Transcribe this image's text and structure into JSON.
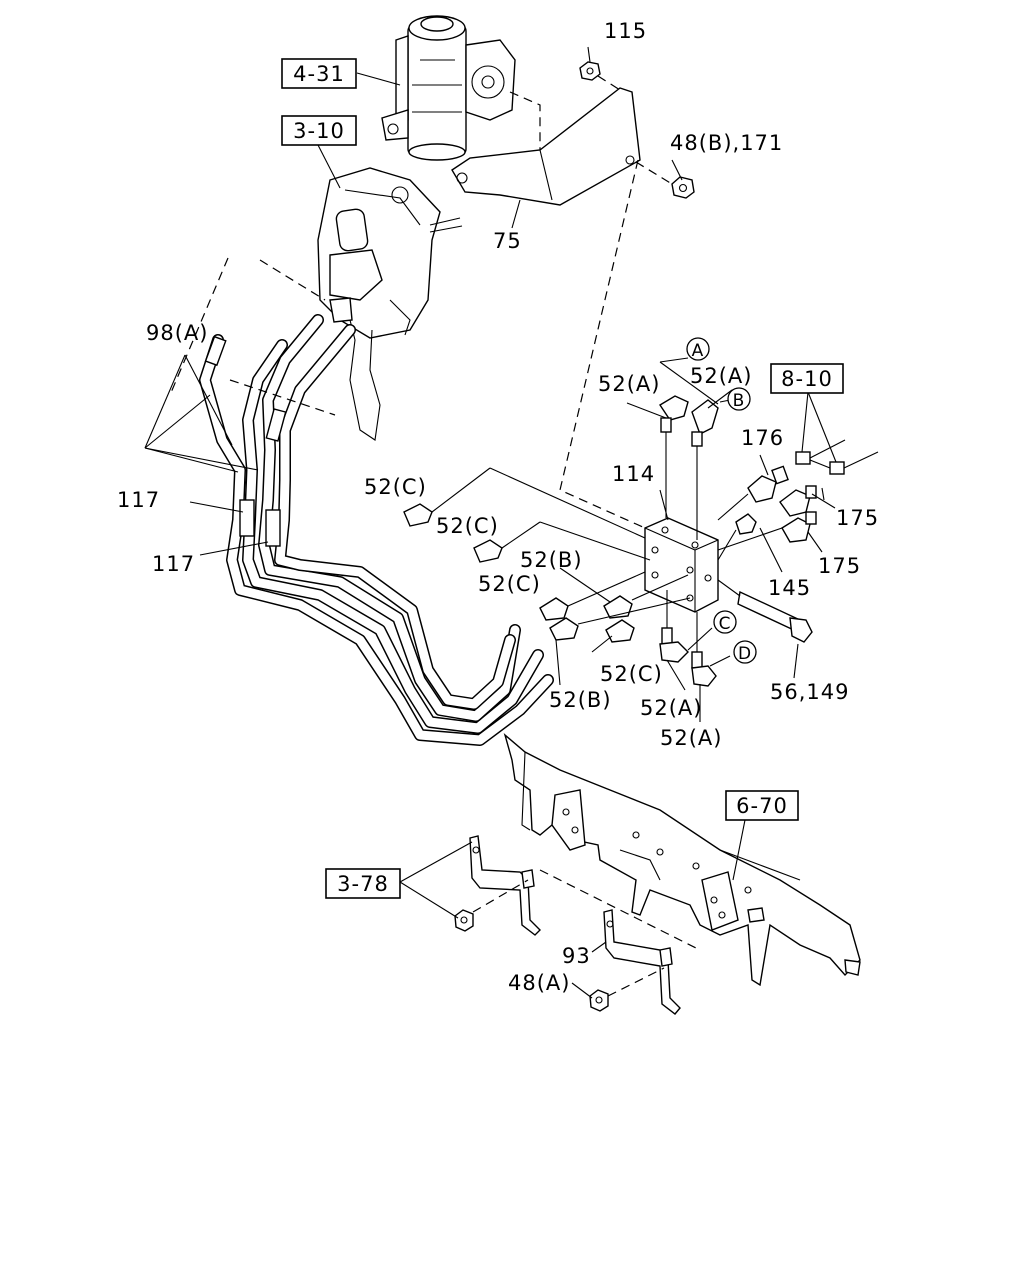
{
  "references": {
    "ref_4_31": "4-31",
    "ref_3_10": "3-10",
    "ref_8_10": "8-10",
    "ref_6_70": "6-70",
    "ref_3_78": "3-78"
  },
  "circled_markers": {
    "a": "A",
    "b": "B",
    "c": "C",
    "d": "D"
  },
  "part_labels": {
    "p115": "115",
    "p48b_171": "48(B),171",
    "p75": "75",
    "p98a": "98(A)",
    "p117_top": "117",
    "p117_bottom": "117",
    "p52a_left": "52(A)",
    "p52a_right": "52(A)",
    "p176": "176",
    "p114": "114",
    "p52c_1": "52(C)",
    "p52c_2": "52(C)",
    "p52c_3": "52(C)",
    "p52b_top": "52(B)",
    "p175_top": "175",
    "p175_bottom": "175",
    "p145": "145",
    "p52c_4": "52(C)",
    "p56_149": "56,149",
    "p52b_bottom": "52(B)",
    "p52a_low1": "52(A)",
    "p52a_low2": "52(A)",
    "p93": "93",
    "p48a": "48(A)"
  }
}
